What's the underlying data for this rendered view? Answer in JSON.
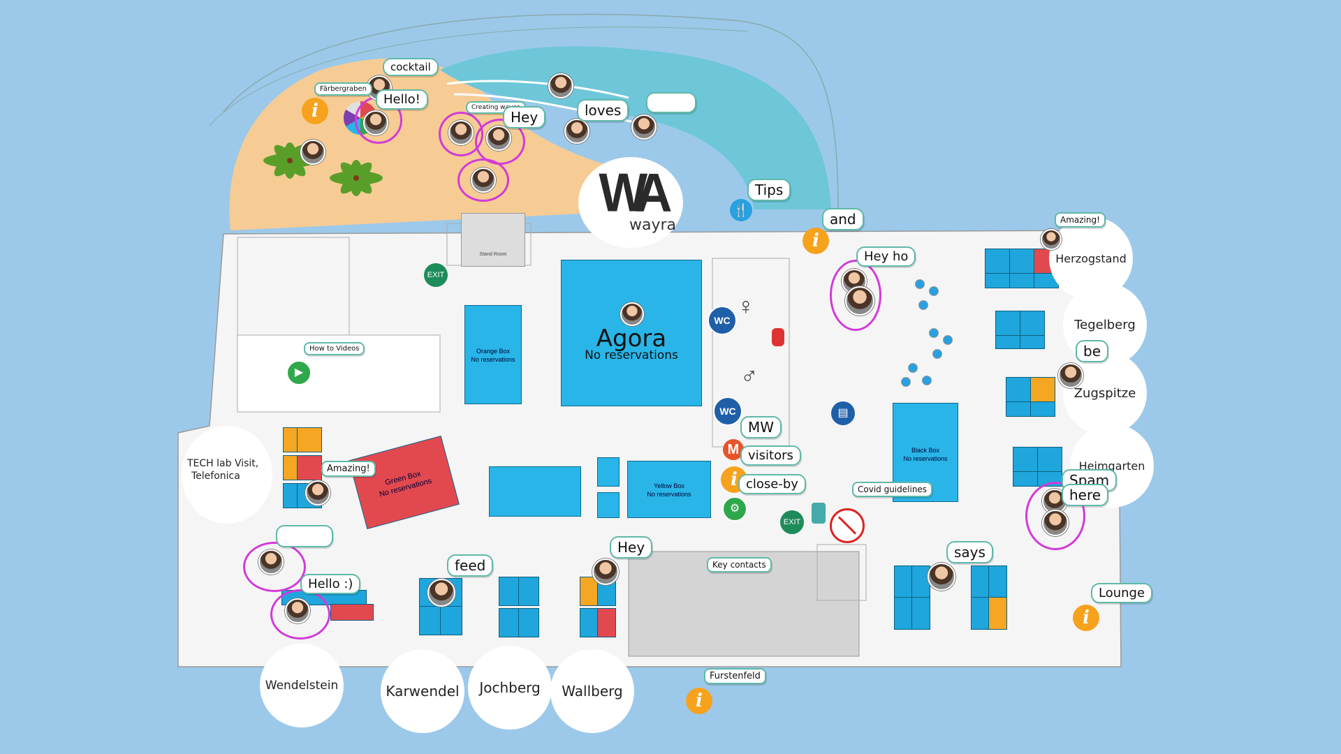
{
  "logo": {
    "mark": "WA",
    "text": "wayra"
  },
  "rooms": {
    "agora": {
      "title": "Agora",
      "subtitle": "No reservations"
    },
    "orange_box": {
      "title": "Orange Box",
      "subtitle": "No reservations"
    },
    "green_box": {
      "title": "Green Box",
      "subtitle": "No reservations"
    },
    "yellow_box": {
      "title": "Yellow Box",
      "subtitle": "No reservations"
    },
    "black_box": {
      "title": "Black Box",
      "subtitle": "No reservations"
    },
    "room_top": {
      "title": "Stand Room"
    }
  },
  "area_labels": {
    "herzogstand": "Herzogstand",
    "tegelberg": "Tegelberg",
    "zugspitze": "Zugspitze",
    "heimgarten": "Heimgarten",
    "lounge": "Lounge",
    "wendelstein": "Wendelstein",
    "karwendel": "Karwendel",
    "jochberg": "Jochberg",
    "wallberg": "Wallberg",
    "fuerstenfeld": "Furstenfeld",
    "tech_lab_line1": "TECH lab Visit,",
    "tech_lab_line2": "Telefonica"
  },
  "bubbles": {
    "cocktail": "cocktail",
    "hello": "Hello!",
    "faerbergraben": "Färbergraben",
    "creating_waves": "Creating waves",
    "hey_top": "Hey",
    "loves": "loves",
    "empty_top": "",
    "tips": "Tips",
    "and": "and",
    "amazing_top": "Amazing!",
    "hey_ho": "Hey ho",
    "be": "be",
    "how_to_videos": "How to Videos",
    "amazing_left": "Amazing!",
    "mw": "MW",
    "visitors": "visitors",
    "close_by": "close-by",
    "covid": "Covid guidelines",
    "spam": "Spam",
    "here": "here",
    "empty_left": "",
    "hello_smile": "Hello :)",
    "feed": "feed",
    "hey_bottom": "Hey",
    "key_contacts": "Key contacts",
    "says": "says",
    "lounge": "Lounge",
    "fuerstenfeld": "Furstenfeld"
  },
  "icons": {
    "wc1": "WC",
    "wc2": "WC",
    "mw_badge": "M",
    "info": "i",
    "exit": "EXIT"
  },
  "colors": {
    "water": "#9cc9ea",
    "sand": "#f6cc94",
    "pool": "#6ec6d9",
    "room_blue": "#29b5e8",
    "room_red": "#e2494f",
    "ring": "#d23ad8",
    "info": "#f6a21d"
  }
}
